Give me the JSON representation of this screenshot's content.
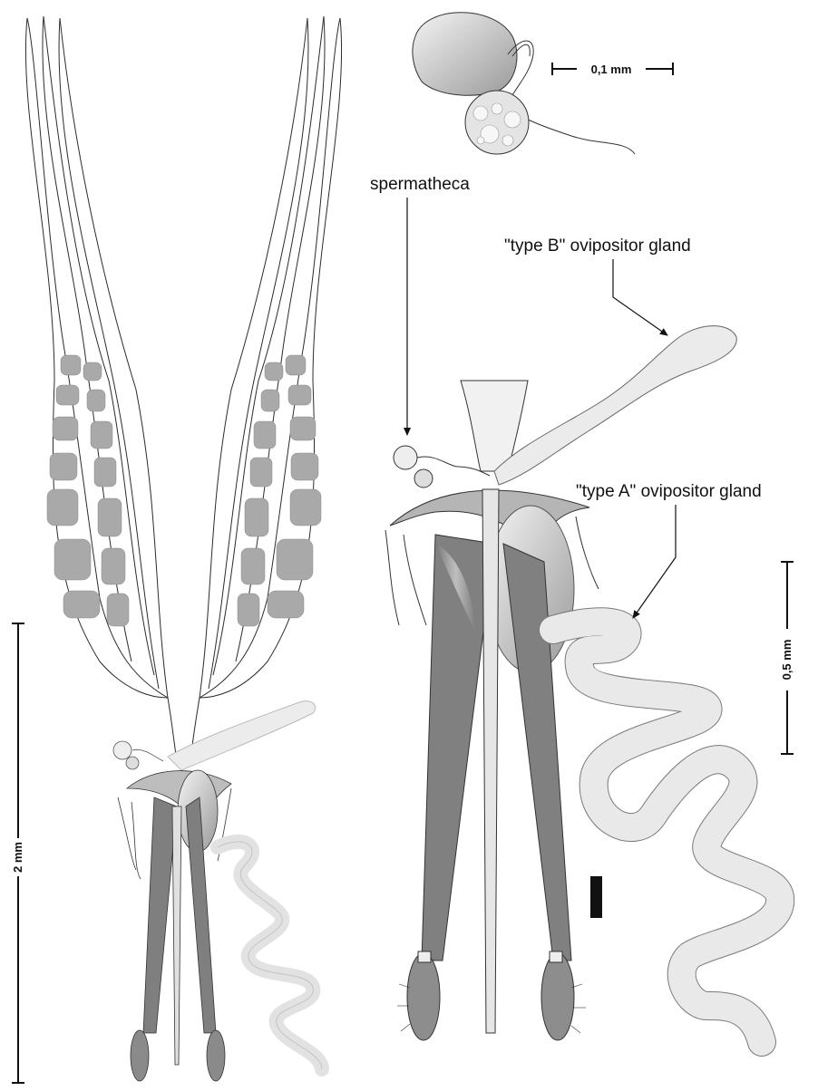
{
  "labels": {
    "spermatheca": "spermatheca",
    "type_b_gland": "\"type B\" ovipositor gland",
    "type_a_gland": "\"type A\" ovipositor gland"
  },
  "scale_bars": {
    "small": "0,1 mm",
    "medium": "0,5 mm",
    "large": "2 mm"
  },
  "colors": {
    "outline": "#2b2b2b",
    "gland_fill": "#e6e6e6",
    "dark_fill": "#8f8f8f",
    "egg_fill": "#a9a9a9"
  }
}
